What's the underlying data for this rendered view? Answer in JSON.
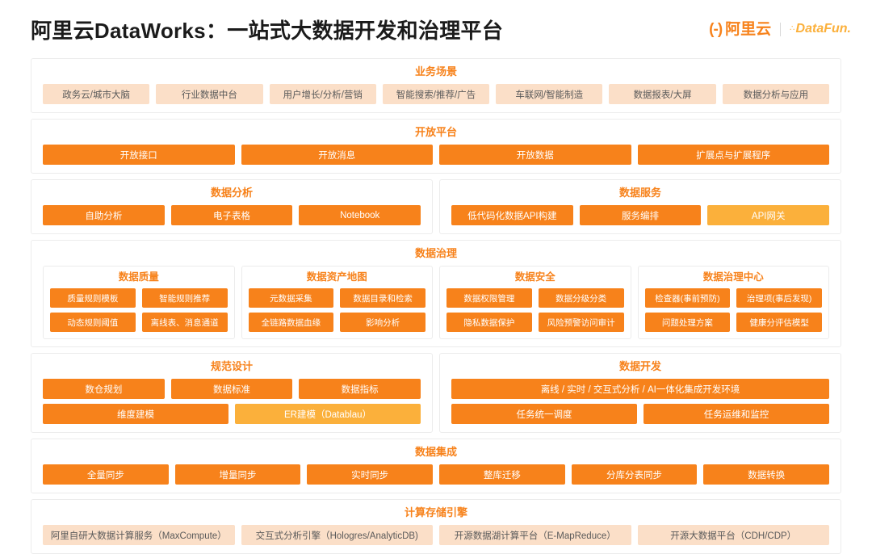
{
  "header": {
    "title": "阿里云DataWorks：一站式大数据开发和治理平台",
    "logo_alibaba": "阿里云",
    "logo_alibaba_bracket_left": "(-)",
    "logo_datafun": "DataFun.",
    "logo_datafun_dots": "∴"
  },
  "colors": {
    "orange": "#F7821B",
    "amber": "#FBB03B",
    "light_peach": "#FBDFC8",
    "title_text": "#1b1b1b",
    "panel_border": "#ececec"
  },
  "sections": {
    "business_scenarios": {
      "title": "业务场景",
      "items": [
        "政务云/城市大脑",
        "行业数据中台",
        "用户增长/分析/营销",
        "智能搜索/推荐/广告",
        "车联网/智能制造",
        "数据报表/大屏",
        "数据分析与应用"
      ]
    },
    "open_platform": {
      "title": "开放平台",
      "items": [
        "开放接口",
        "开放消息",
        "开放数据",
        "扩展点与扩展程序"
      ]
    },
    "data_analysis": {
      "title": "数据分析",
      "items": [
        "自助分析",
        "电子表格",
        "Notebook"
      ]
    },
    "data_service": {
      "title": "数据服务",
      "items": [
        "低代码化数据API构建",
        "服务编排",
        "API网关"
      ],
      "highlighted": "API网关"
    },
    "data_governance": {
      "title": "数据治理",
      "groups": [
        {
          "title": "数据质量",
          "rows": [
            [
              "质量规则模板",
              "智能规则推荐"
            ],
            [
              "动态规则阈值",
              "离线表、消息通道"
            ]
          ]
        },
        {
          "title": "数据资产地图",
          "rows": [
            [
              "元数据采集",
              "数据目录和检索"
            ],
            [
              "全链路数据血缘",
              "影响分析"
            ]
          ]
        },
        {
          "title": "数据安全",
          "rows": [
            [
              "数据权限管理",
              "数据分级分类"
            ],
            [
              "隐私数据保护",
              "风险预警访问审计"
            ]
          ]
        },
        {
          "title": "数据治理中心",
          "rows": [
            [
              "检查器(事前预防)",
              "治理项(事后发现)"
            ],
            [
              "问题处理方案",
              "健康分评估模型"
            ]
          ]
        }
      ]
    },
    "standard_design": {
      "title": "规范设计",
      "row1": [
        "数仓规划",
        "数据标准",
        "数据指标"
      ],
      "row2": [
        "维度建模",
        "ER建模（Datablau）"
      ],
      "highlighted": "ER建模（Datablau）"
    },
    "data_development": {
      "title": "数据开发",
      "row1": [
        "离线 / 实时 / 交互式分析 / AI一体化集成开发环境"
      ],
      "row2": [
        "任务统一调度",
        "任务运维和监控"
      ]
    },
    "data_integration": {
      "title": "数据集成",
      "items": [
        "全量同步",
        "增量同步",
        "实时同步",
        "整库迁移",
        "分库分表同步",
        "数据转换"
      ]
    },
    "compute_storage_engine": {
      "title": "计算存储引擎",
      "items": [
        "阿里自研大数据计算服务（MaxCompute）",
        "交互式分析引擎（Hologres/AnalyticDB)",
        "开源数据湖计算平台（E-MapReduce）",
        "开源大数据平台（CDH/CDP）"
      ]
    }
  }
}
